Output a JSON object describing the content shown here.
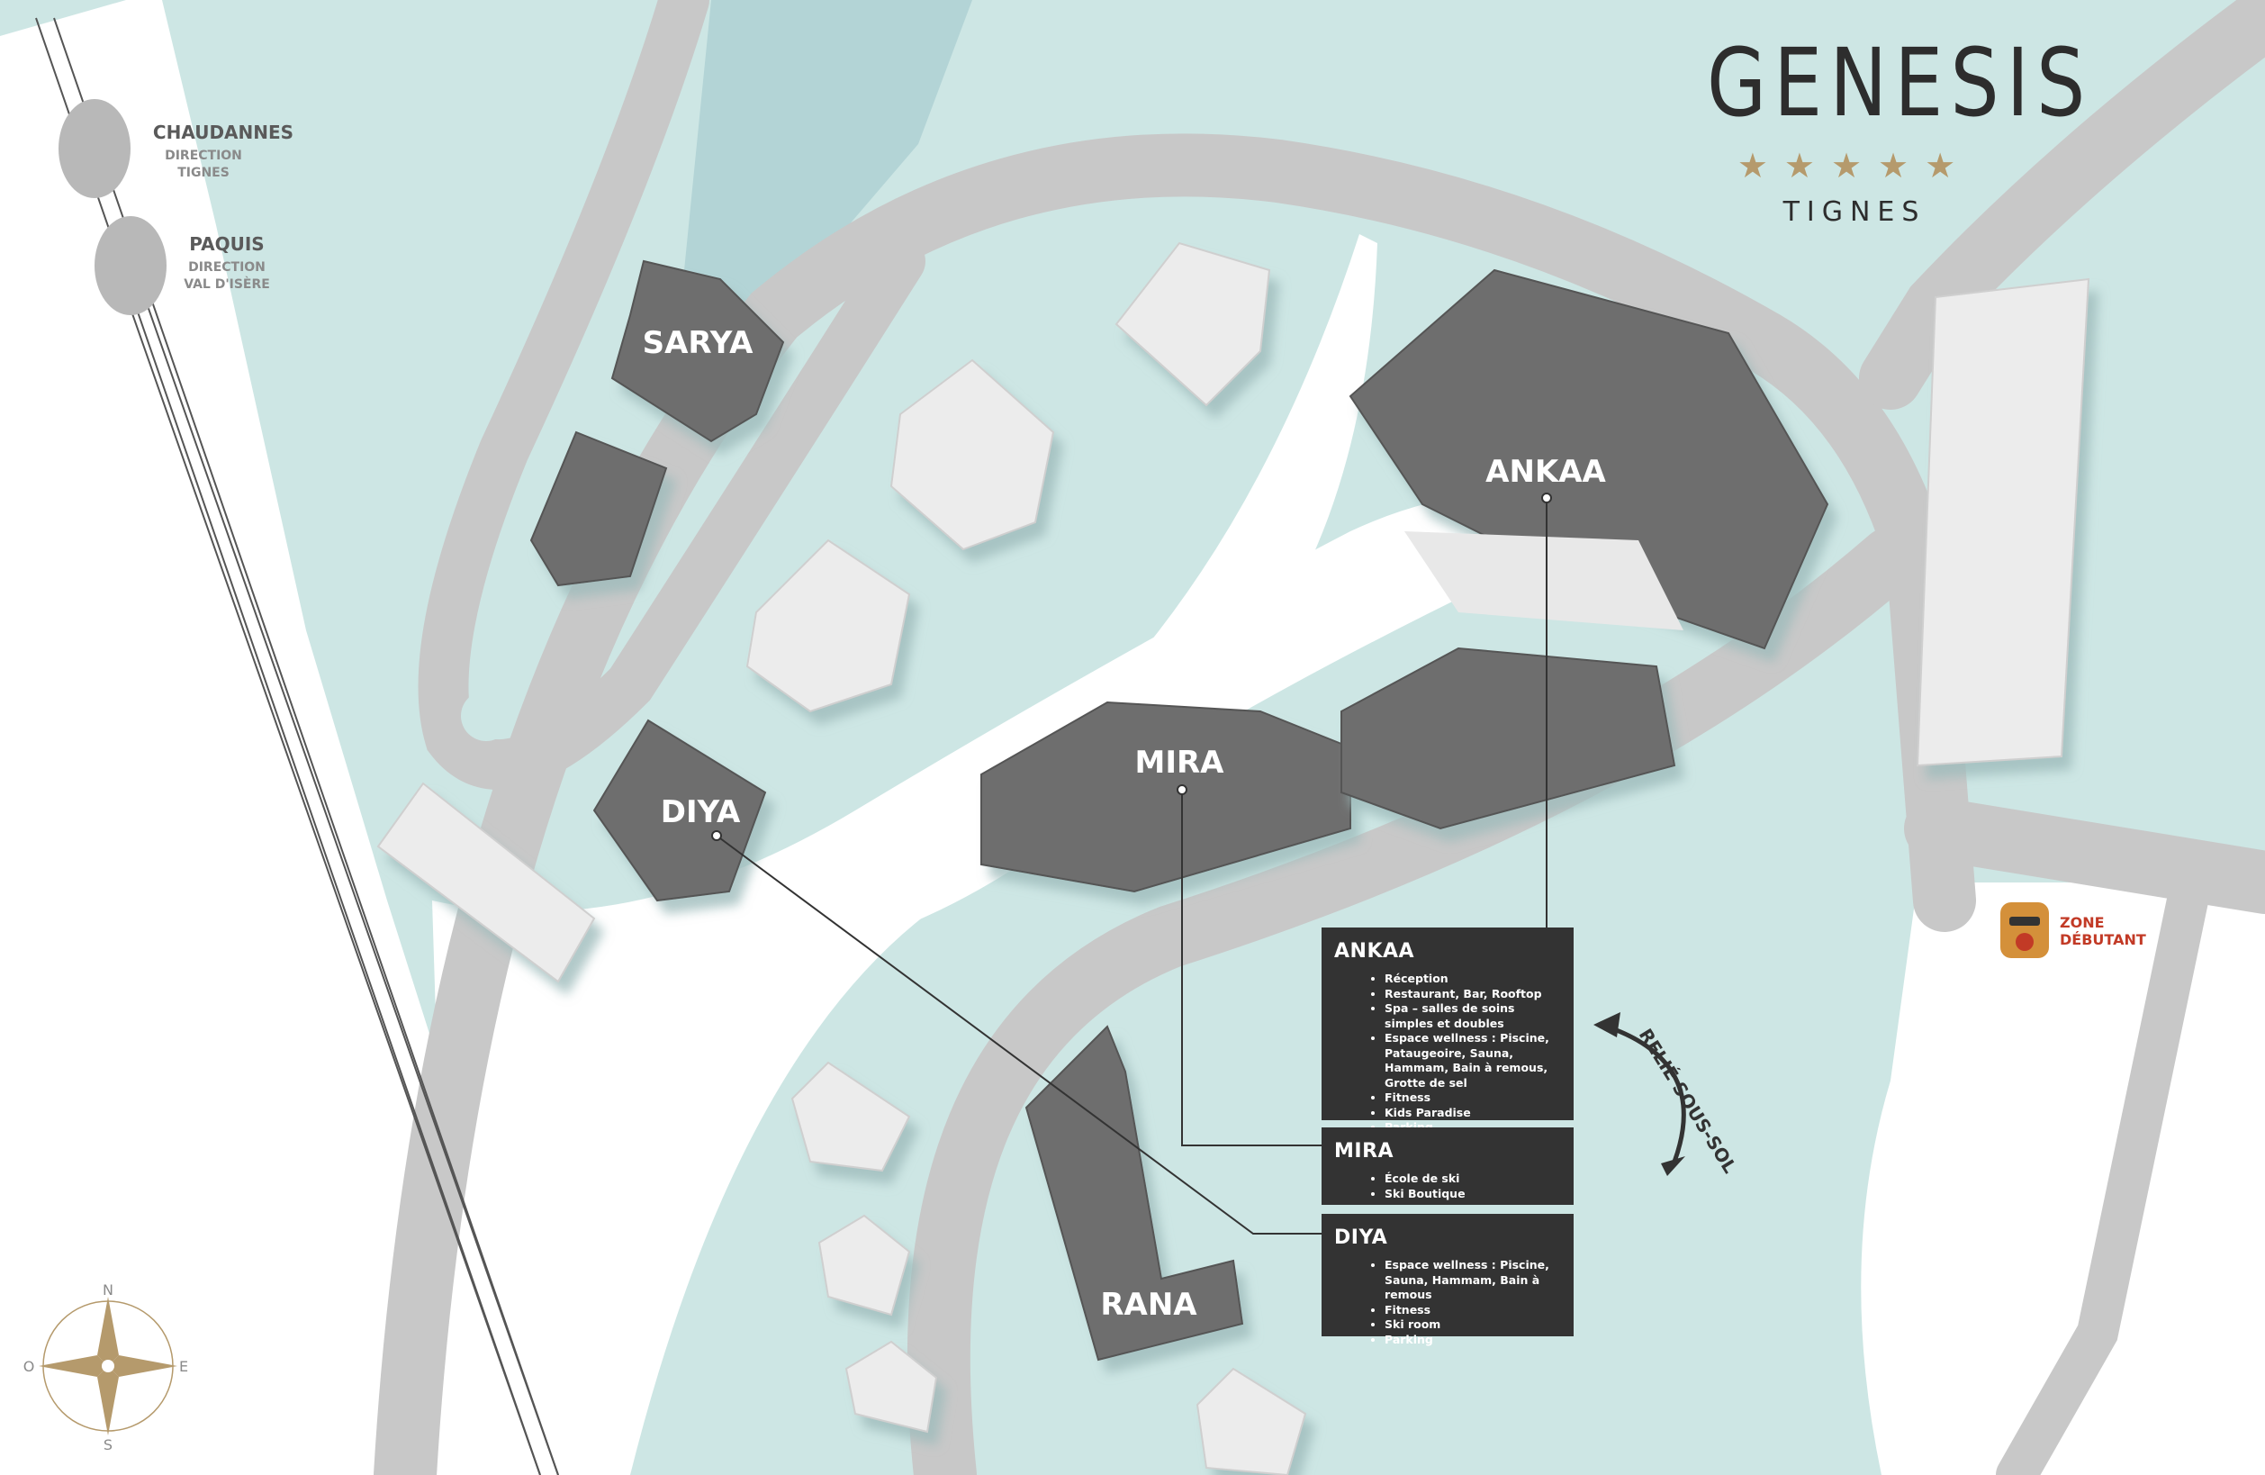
{
  "brand": {
    "name": "GENESIS",
    "stars": "★★★★★",
    "location": "TIGNES"
  },
  "buildings": {
    "sarya": "SARYA",
    "ankaa": "ANKAA",
    "mira": "MIRA",
    "diya": "DIYA",
    "rana": "RANA"
  },
  "lifts": {
    "chaudannes": {
      "name": "CHAUDANNES",
      "line1": "DIRECTION",
      "line2": "TIGNES"
    },
    "paquis": {
      "name": "PAQUIS",
      "line1": "DIRECTION",
      "line2": "VAL D'ISÈRE"
    }
  },
  "info_boxes": {
    "ankaa": {
      "title": "ANKAA",
      "items": [
        "Réception",
        "Restaurant, Bar, Rooftop",
        "Spa – salles de soins simples et doubles",
        "Espace wellness : Piscine, Pataugeoire, Sauna, Hammam, Bain à remous, Grotte de sel",
        "Fitness",
        "Kids Paradise",
        "Parking"
      ]
    },
    "mira": {
      "title": "MIRA",
      "items": [
        "École de ski",
        "Ski Boutique"
      ]
    },
    "diya": {
      "title": "DIYA",
      "items": [
        "Espace wellness : Piscine, Sauna, Hammam, Bain à remous",
        "Fitness",
        "Ski room",
        "Parking"
      ]
    }
  },
  "underground_link": "RELIÉ SOUS-SOL",
  "zone": {
    "line1": "ZONE",
    "line2": "DÉBUTANT"
  },
  "compass": {
    "n": "N",
    "e": "E",
    "s": "S",
    "o": "O"
  },
  "colors": {
    "background": "#cde6e4",
    "snow": "#ffffff",
    "road": "#c8c8c8",
    "building_dark": "#6e6e6e",
    "building_light": "#ececec",
    "info_box": "#333333",
    "gold": "#b59a6c",
    "zone_red": "#c23a26"
  }
}
